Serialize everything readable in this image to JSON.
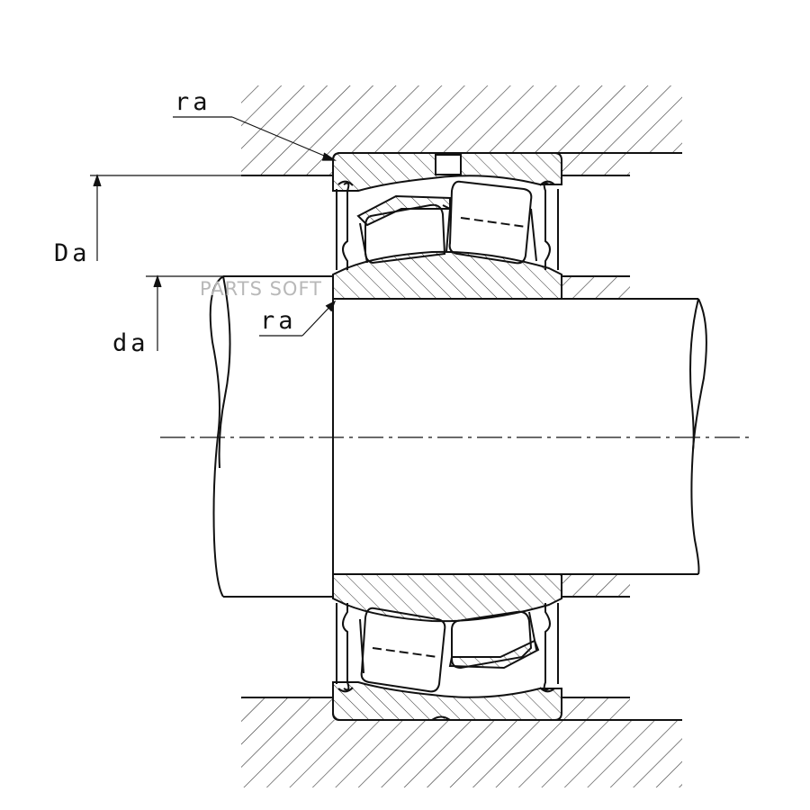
{
  "labels": {
    "ra_top": "ra",
    "Da": "Da",
    "ra_inner": "ra",
    "da": "da"
  },
  "watermark": "PARTS SOFT",
  "colors": {
    "line": "#111111",
    "hatch": "#333333",
    "watermark": "#b8b8b8",
    "background": "#ffffff"
  }
}
